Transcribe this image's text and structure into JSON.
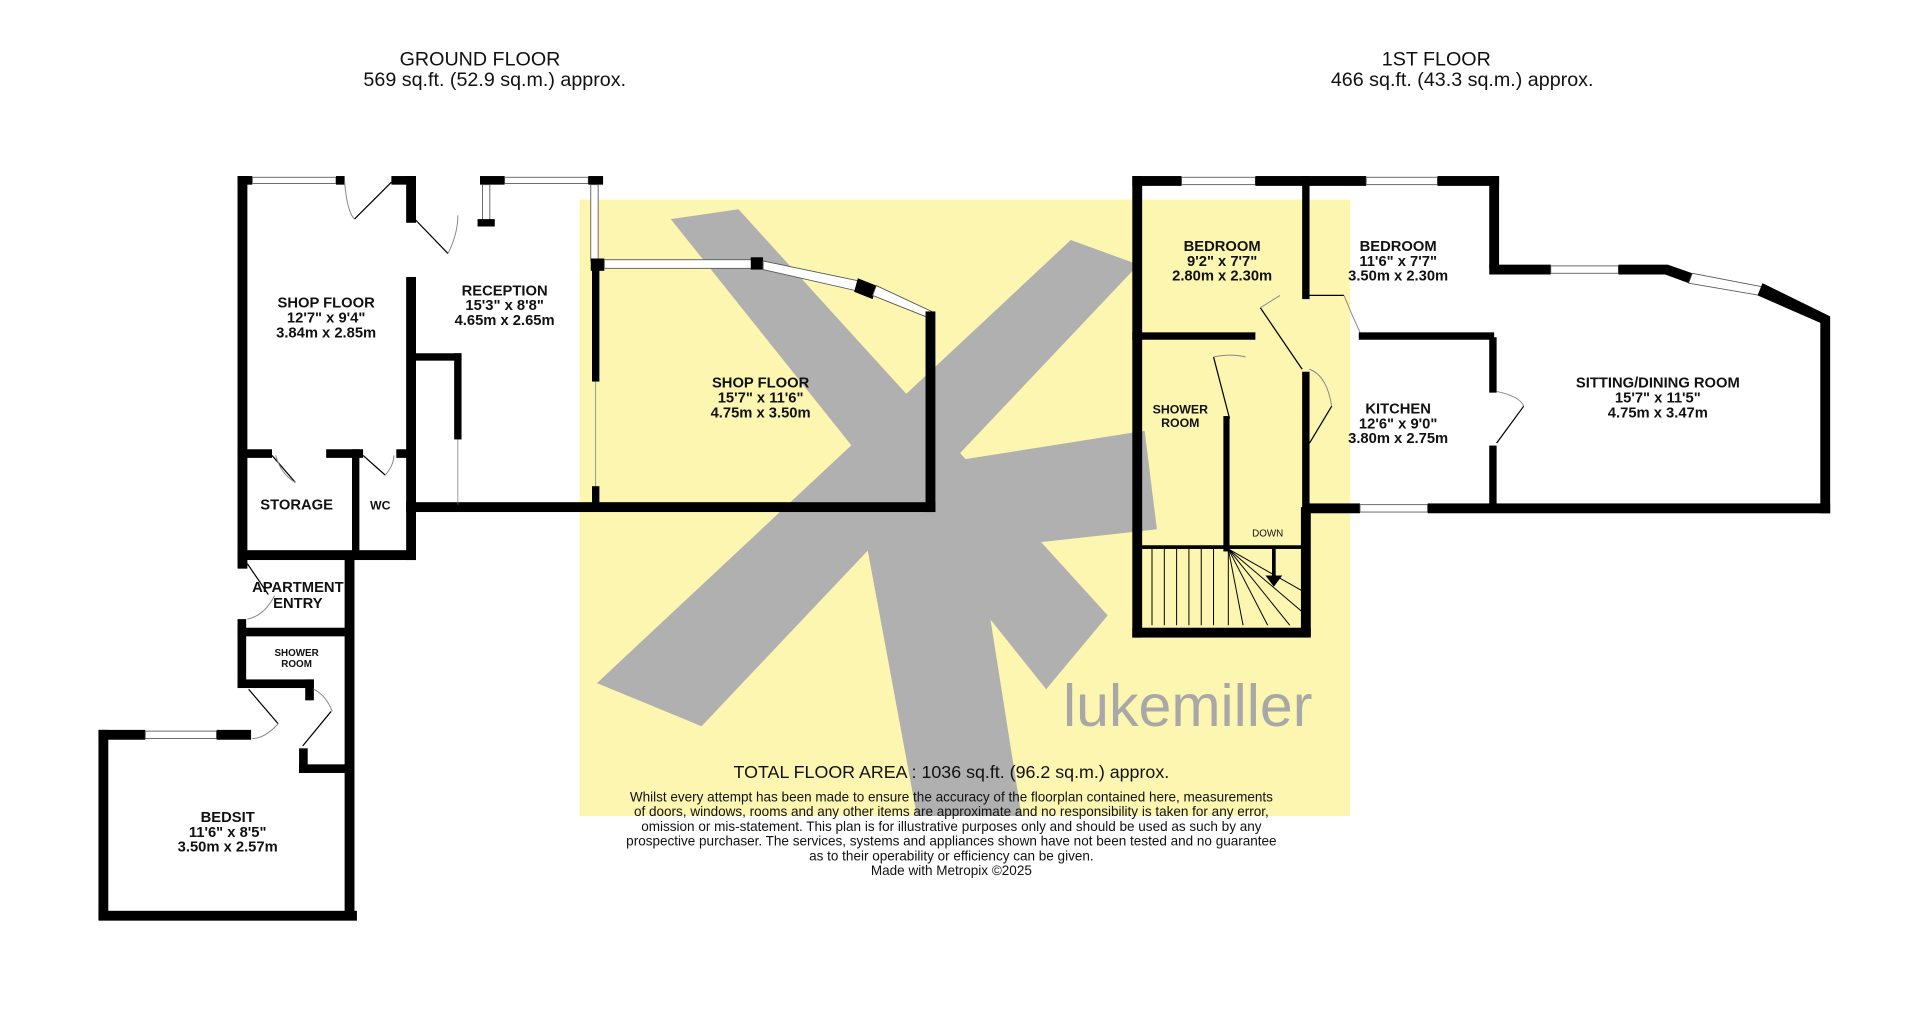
{
  "ground_floor": {
    "title": "GROUND FLOOR",
    "area": "569 sq.ft. (52.9 sq.m.) approx.",
    "rooms": [
      {
        "name": "SHOP FLOOR",
        "imperial": "12'7\"  x 9'4\"",
        "metric": "3.84m  x 2.85m"
      },
      {
        "name": "RECEPTION",
        "imperial": "15'3\"  x 8'8\"",
        "metric": "4.65m  x 2.65m"
      },
      {
        "name": "SHOP FLOOR",
        "imperial": "15'7\"  x 11'6\"",
        "metric": "4.75m  x 3.50m"
      },
      {
        "name": "STORAGE"
      },
      {
        "name": "WC"
      },
      {
        "name": "APARTMENT",
        "name2": "ENTRY"
      },
      {
        "name": "SHOWER",
        "name2": "ROOM"
      },
      {
        "name": "BEDSIT",
        "imperial": "11'6\"  x 8'5\"",
        "metric": "3.50m  x 2.57m"
      }
    ]
  },
  "first_floor": {
    "title": "1ST FLOOR",
    "area": "466 sq.ft. (43.3 sq.m.) approx.",
    "rooms": [
      {
        "name": "BEDROOM",
        "imperial": "9'2\"  x 7'7\"",
        "metric": "2.80m  x 2.30m"
      },
      {
        "name": "BEDROOM",
        "imperial": "11'6\"  x 7'7\"",
        "metric": "3.50m  x 2.30m"
      },
      {
        "name": "SHOWER",
        "name2": "ROOM"
      },
      {
        "name": "KITCHEN",
        "imperial": "12'6\"  x 9'0\"",
        "metric": "3.80m  x 2.75m"
      },
      {
        "name": "SITTING/DINING ROOM",
        "imperial": "15'7\"  x 11'5\"",
        "metric": "4.75m  x 3.47m"
      },
      {
        "name": "DOWN"
      }
    ]
  },
  "watermark": "lukemiller",
  "footer": {
    "total": "TOTAL FLOOR AREA : 1036 sq.ft. (96.2 sq.m.) approx.",
    "disclaimer": [
      "Whilst every attempt has been made to ensure the accuracy of the floorplan contained here, measurements",
      "of doors, windows, rooms and any other items are approximate and no responsibility is taken for any error,",
      "omission or mis-statement. This plan is for illustrative purposes only and should be used as such by any",
      "prospective purchaser. The services, systems and appliances shown have not been tested and no guarantee",
      "as to their operability or efficiency can be given."
    ],
    "credit": "Made with Metropix ©2025"
  },
  "colors": {
    "watermark_bg": "#fcf6b0",
    "watermark_mark": "#b0b0b0",
    "wall": "#000000"
  }
}
